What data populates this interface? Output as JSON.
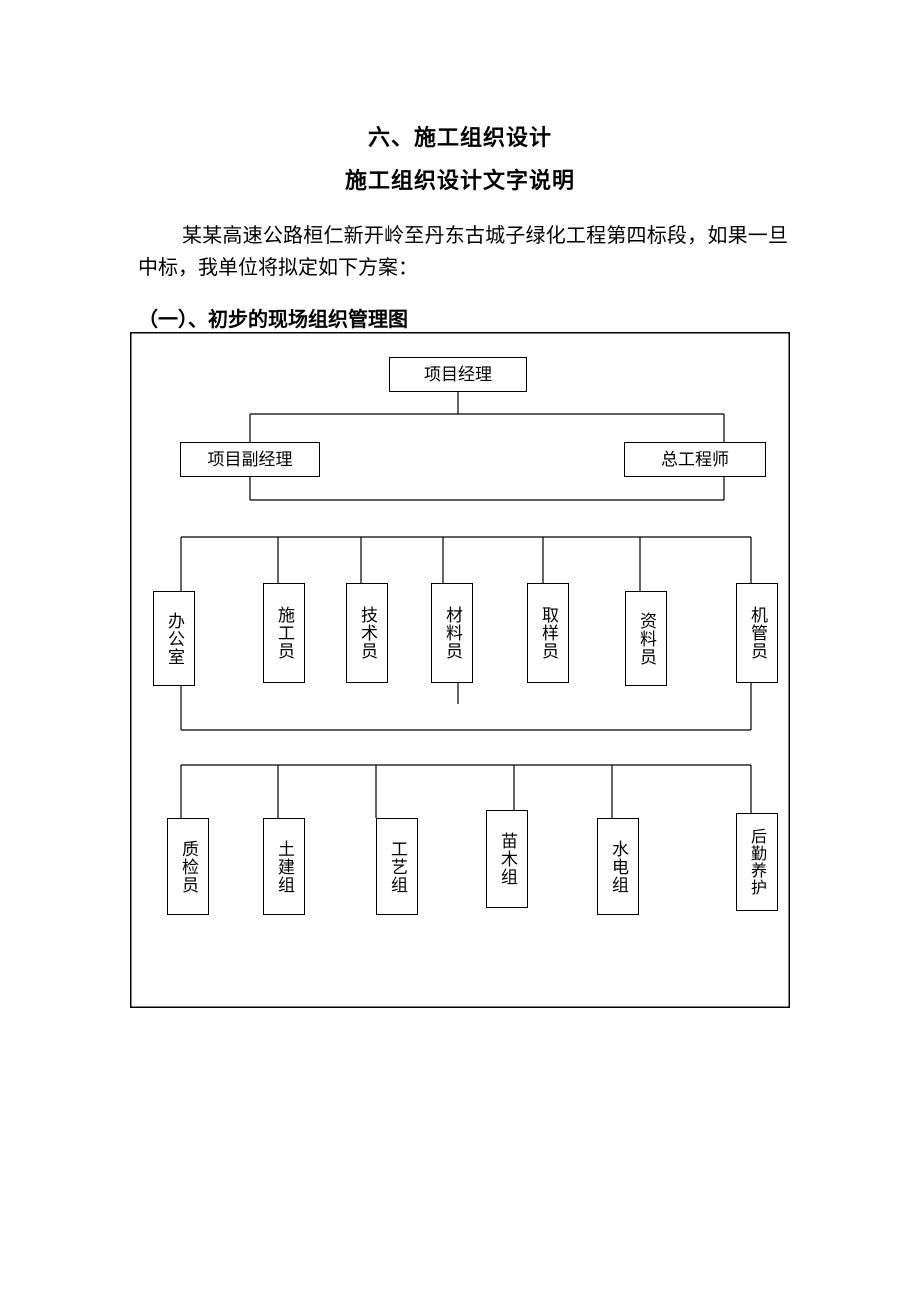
{
  "heading": "六、施工组织设计",
  "subheading": "施工组织设计文字说明",
  "paragraph": "某某高速公路桓仁新开岭至丹东古城子绿化工程第四标段，如果一旦中标，我单位将拟定如下方案：",
  "section_title": "（一）、初步的现场组织管理图",
  "org": {
    "manager": "项目经理",
    "deputy_manager": "项目副经理",
    "chief_engineer": "总工程师",
    "staff": [
      "办公室",
      "施工员",
      "技术员",
      "材料员",
      "取样员",
      "资料员",
      "机管员"
    ],
    "teams": [
      "质检员",
      "土建组",
      "工艺组",
      "苗木组",
      "水电组",
      "后勤养护"
    ]
  }
}
